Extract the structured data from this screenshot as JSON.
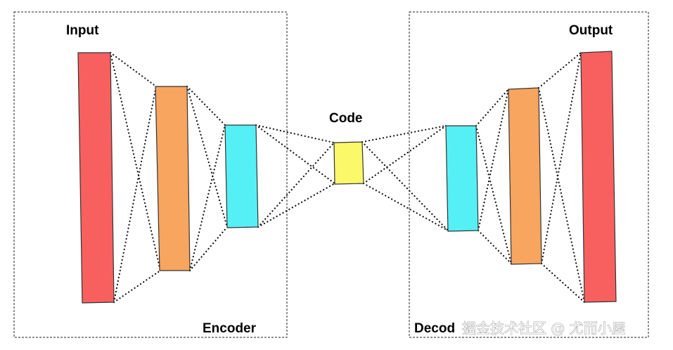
{
  "labels": {
    "input": "Input",
    "output": "Output",
    "code": "Code",
    "encoder": "Encoder",
    "decoder": "Decod"
  },
  "watermark": "掘金技术社区 @ 尤而小屋",
  "colors": {
    "input_layer": "#f86060",
    "hidden_layer": "#f7a55f",
    "inner_layer": "#55f0f5",
    "code_layer": "#fbf969",
    "output_layer": "#f86060"
  }
}
